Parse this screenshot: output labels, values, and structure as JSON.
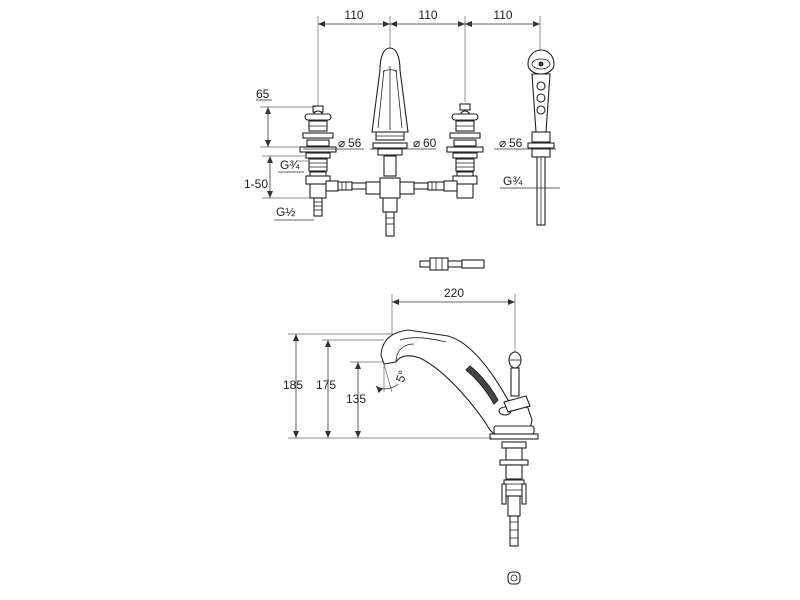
{
  "diagram": {
    "top_view": {
      "spacing_labels": [
        "110",
        "110",
        "110"
      ],
      "height_label": "65",
      "left_handle_diameter": "56",
      "spout_diameter": "60",
      "shower_diameter": "56",
      "thread_left": "G¾",
      "thread_right": "G¾",
      "deck_range": "1-50",
      "inlet_thread": "G½",
      "diameter_symbol": "⌀"
    },
    "side_view": {
      "reach_label": "220",
      "height_total": "185",
      "height_mid": "175",
      "height_outlet": "135",
      "angle_label": "5°"
    }
  }
}
